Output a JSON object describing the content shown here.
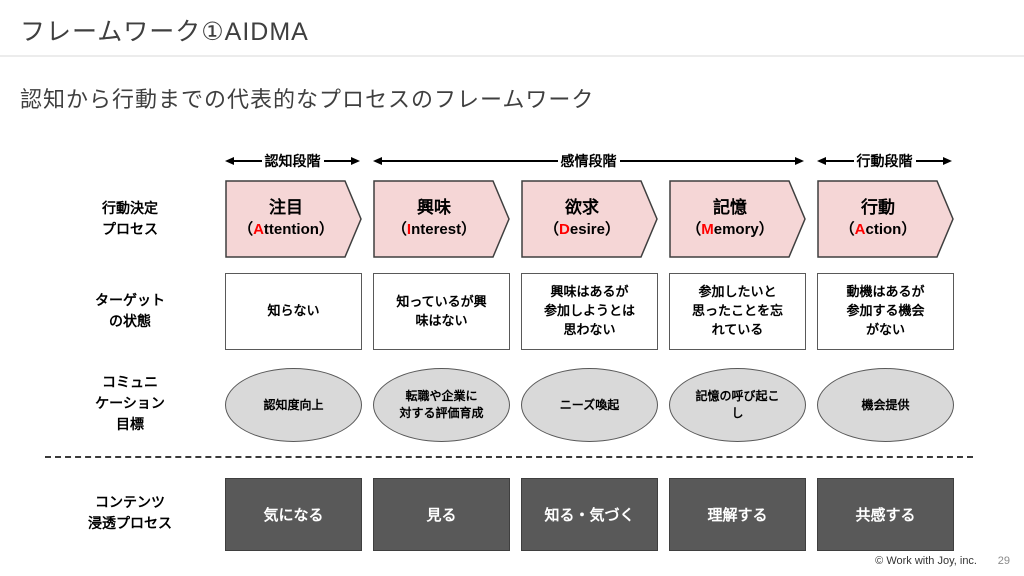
{
  "colors": {
    "chevron_fill": "#f5d6d6",
    "chevron_border": "#3f3f3f",
    "accent_red": "#ff0000",
    "box_border": "#595959",
    "ellipse_fill": "#d9d9d9",
    "ellipse_border": "#595959",
    "dark_box_fill": "#595959",
    "dark_box_border": "#3f3f3f",
    "title_color": "#3f3f3f",
    "line_color": "#000000"
  },
  "header": {
    "title": "フレームワーク①AIDMA"
  },
  "subtitle": "認知から行動までの代表的なプロセスのフレームワーク",
  "glyphs": {
    "paren_open": "（",
    "paren_close": "）"
  },
  "stage_headers": {
    "cognition": "認知段階",
    "emotion": "感情段階",
    "action": "行動段階"
  },
  "row_labels": {
    "process": "行動決定\nプロセス",
    "target_state": "ターゲット\nの状態",
    "communication_goal": "コミュニ\nケーション\n目標",
    "content_process": "コンテンツ\n浸透プロセス"
  },
  "columns": [
    {
      "term": "注目",
      "initial": "A",
      "en_rest": "ttention",
      "state": "知らない",
      "goal": "認知度向上",
      "content": "気になる"
    },
    {
      "term": "興味",
      "initial": "I",
      "en_rest": "nterest",
      "state": "知っているが興\n味はない",
      "goal": "転職や企業に\n対する評価育成",
      "content": "見る"
    },
    {
      "term": "欲求",
      "initial": "D",
      "en_rest": "esire",
      "state": "興味はあるが\n参加しようとは\n思わない",
      "goal": "ニーズ喚起",
      "content": "知る・気づく"
    },
    {
      "term": "記憶",
      "initial": "M",
      "en_rest": "emory",
      "state": "参加したいと\n思ったことを忘\nれている",
      "goal": "記憶の呼び起こ\nし",
      "content": "理解する"
    },
    {
      "term": "行動",
      "initial": "A",
      "en_rest": "ction",
      "state": "動機はあるが\n参加する機会\nがない",
      "goal": "機会提供",
      "content": "共感する"
    }
  ],
  "footer": {
    "copyright": "© Work with Joy, inc.",
    "page_number": "29"
  }
}
